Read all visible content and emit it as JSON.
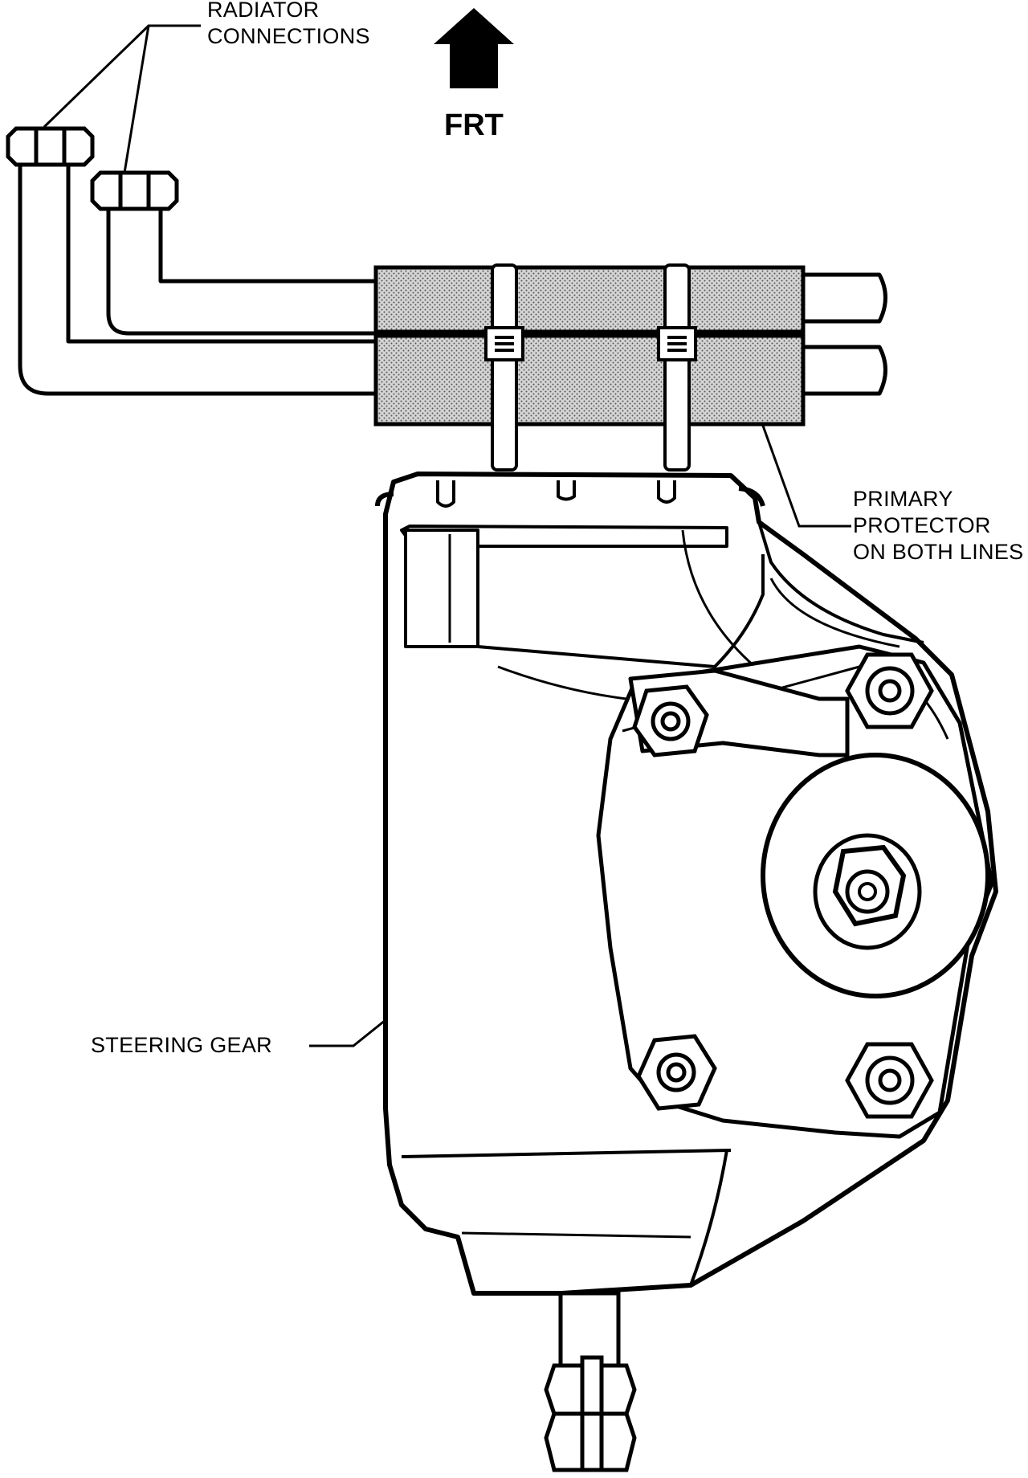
{
  "figure": {
    "direction_label": "FRT",
    "callouts": {
      "radiator_connections": [
        "RADIATOR",
        "CONNECTIONS"
      ],
      "primary_protector": [
        "PRIMARY",
        "PROTECTOR",
        "ON BOTH LINES"
      ],
      "steering_gear": "STEERING GEAR"
    },
    "colors": {
      "ink": "#000000",
      "paper": "#ffffff",
      "protector_fill": "#bdbdbd"
    }
  }
}
